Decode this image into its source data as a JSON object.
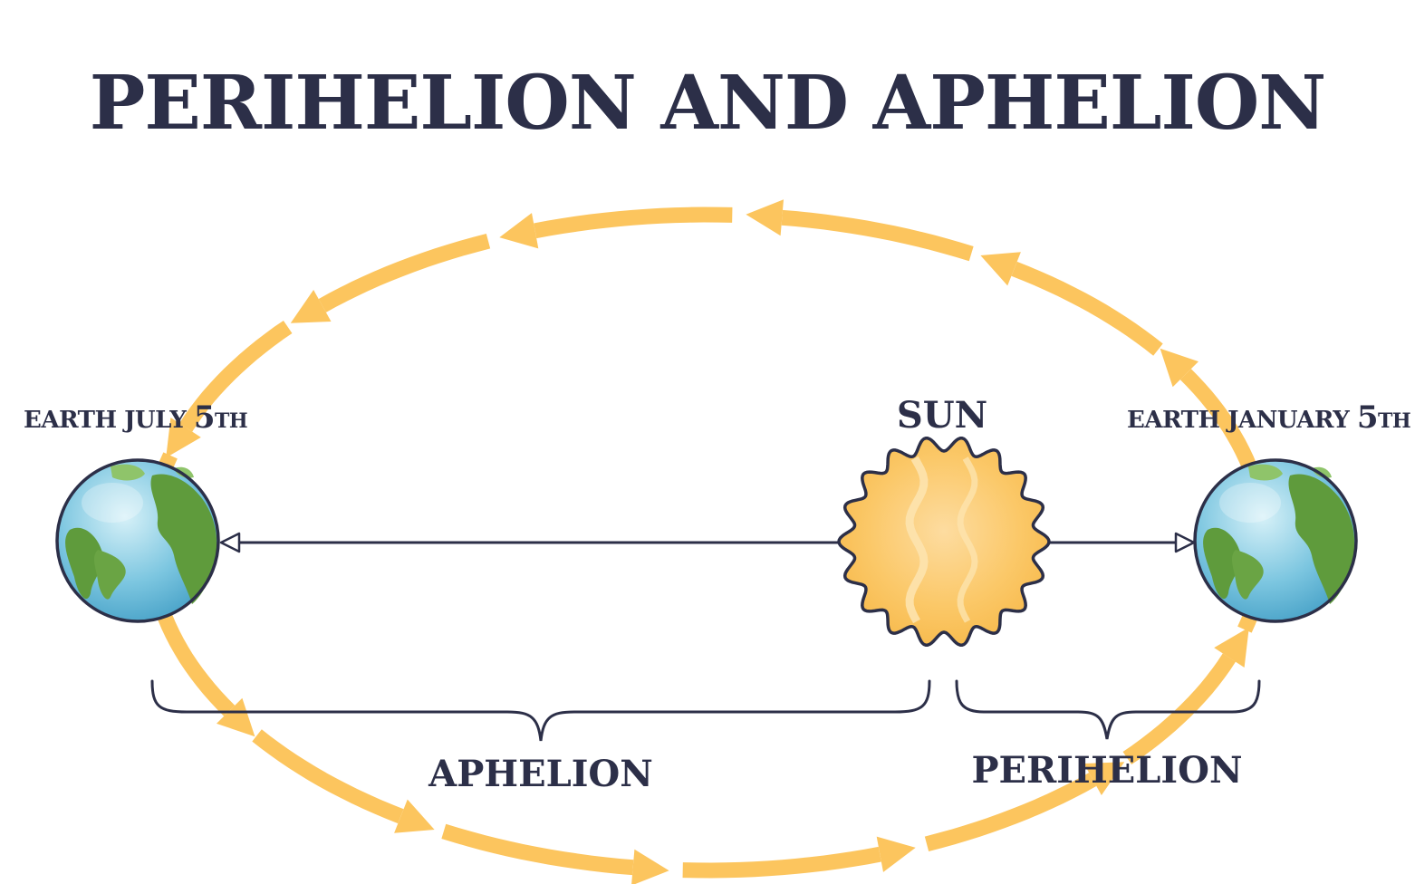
{
  "title": "PERIHELION AND APHELION",
  "labels": {
    "earth_july": {
      "prefix": "EARTH JULY ",
      "digit": "5",
      "suffix": "TH"
    },
    "earth_january": {
      "prefix": "EARTH JANUARY ",
      "digit": "5",
      "suffix": "TH"
    },
    "sun": "SUN",
    "aphelion": "APHELION",
    "perihelion": "PERIHELION"
  },
  "colors": {
    "orbit": "#fcc55e",
    "ink": "#2c2f48",
    "sun_fill": "#f9c35a",
    "sun_light": "#fde0a6",
    "ocean": "#5cb5d6",
    "ocean_light": "#bfe6f2",
    "land": "#5f9b3c"
  },
  "icons": [
    "earth-icon",
    "sun-icon"
  ]
}
